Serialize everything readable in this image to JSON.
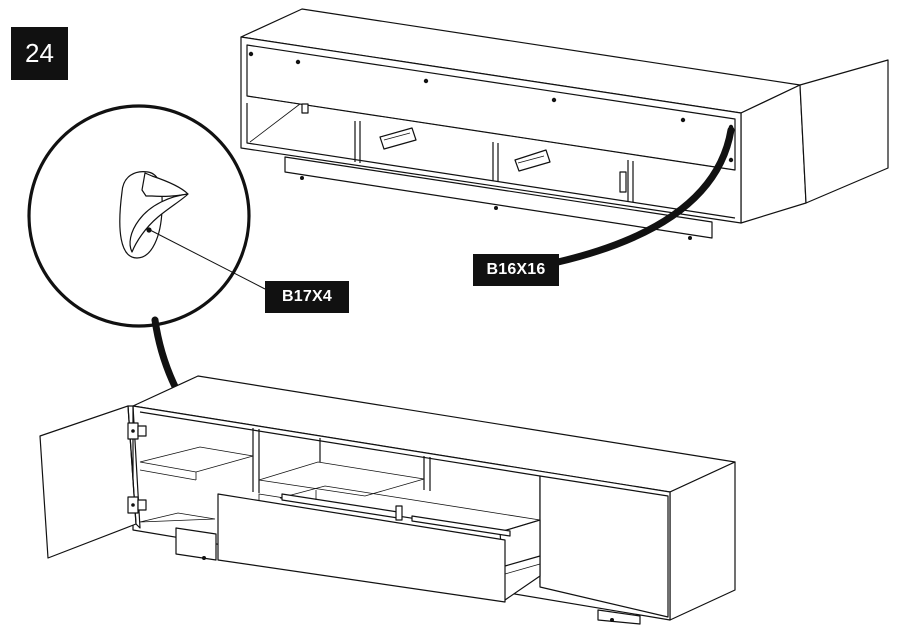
{
  "step": {
    "number": "24"
  },
  "labels": {
    "wall_screw": "B17X4",
    "back_fastener": "B16X16"
  },
  "colors": {
    "ink": "#111111",
    "background": "#ffffff",
    "label_text": "#ffffff"
  }
}
